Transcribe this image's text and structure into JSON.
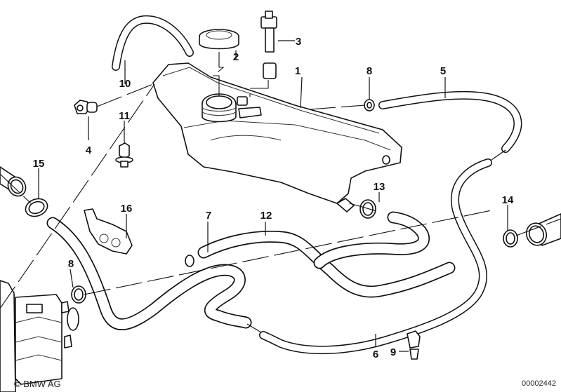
{
  "diagram": {
    "subject": "Expansion tank / coolant hoses exploded view",
    "callouts": [
      {
        "id": "1",
        "part": "expansion-tank"
      },
      {
        "id": "2",
        "part": "filler-cap"
      },
      {
        "id": "3",
        "part": "level-sensor"
      },
      {
        "id": "4",
        "part": "bolt"
      },
      {
        "id": "5",
        "part": "vent-hose-upper"
      },
      {
        "id": "6",
        "part": "vent-hose-lower"
      },
      {
        "id": "7",
        "part": "coolant-hose"
      },
      {
        "id": "8",
        "part": "hose-clamp"
      },
      {
        "id": "8",
        "part": "hose-clamp"
      },
      {
        "id": "9",
        "part": "hose-clip"
      },
      {
        "id": "10",
        "part": "overflow-hose"
      },
      {
        "id": "11",
        "part": "retainer-clip"
      },
      {
        "id": "12",
        "part": "coolant-hose"
      },
      {
        "id": "13",
        "part": "hose-clamp"
      },
      {
        "id": "14",
        "part": "hose-clamp"
      },
      {
        "id": "15",
        "part": "hose-clamp"
      },
      {
        "id": "16",
        "part": "hose-holder"
      }
    ]
  },
  "footer": {
    "copyright": "© BMW AG",
    "diagram_number": "00002442"
  }
}
